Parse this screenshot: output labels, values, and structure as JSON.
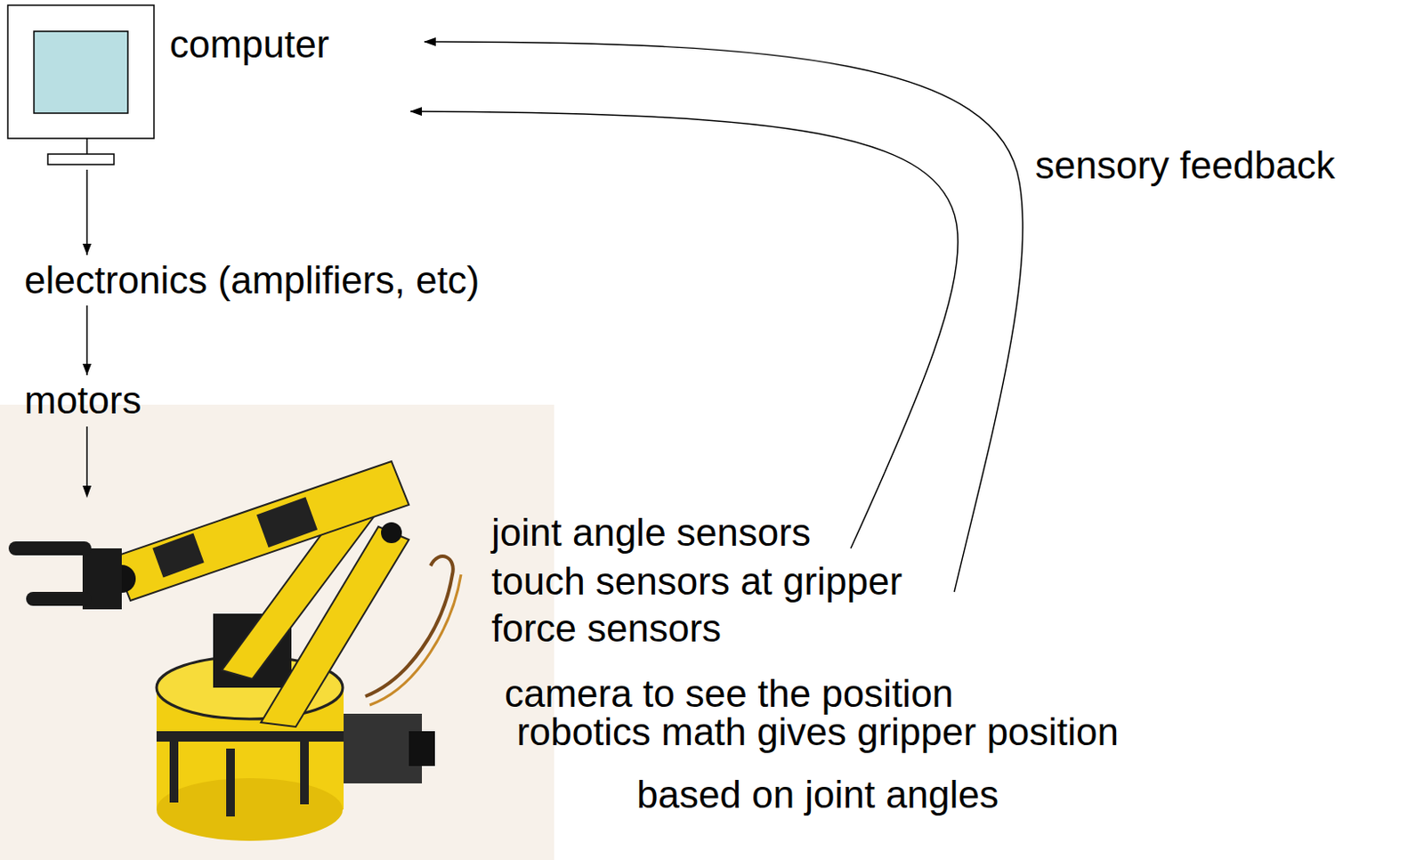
{
  "diagram": {
    "nodes": [
      {
        "text": [
          "computer"
        ]
      },
      {
        "text": [
          "electronics (amplifiers, etc)"
        ]
      },
      {
        "text": [
          "motors"
        ]
      }
    ],
    "edges": [
      {
        "from": 0,
        "to": 1,
        "arrow": "to"
      },
      {
        "from": 1,
        "to": 2,
        "arrow": "to"
      }
    ],
    "labels": [
      "sensory feedback",
      "joint angle sensors",
      "touch sensors at gripper",
      "force sensors",
      "camera to see the position",
      "robotics math gives gripper position based on joint angles"
    ]
  }
}
